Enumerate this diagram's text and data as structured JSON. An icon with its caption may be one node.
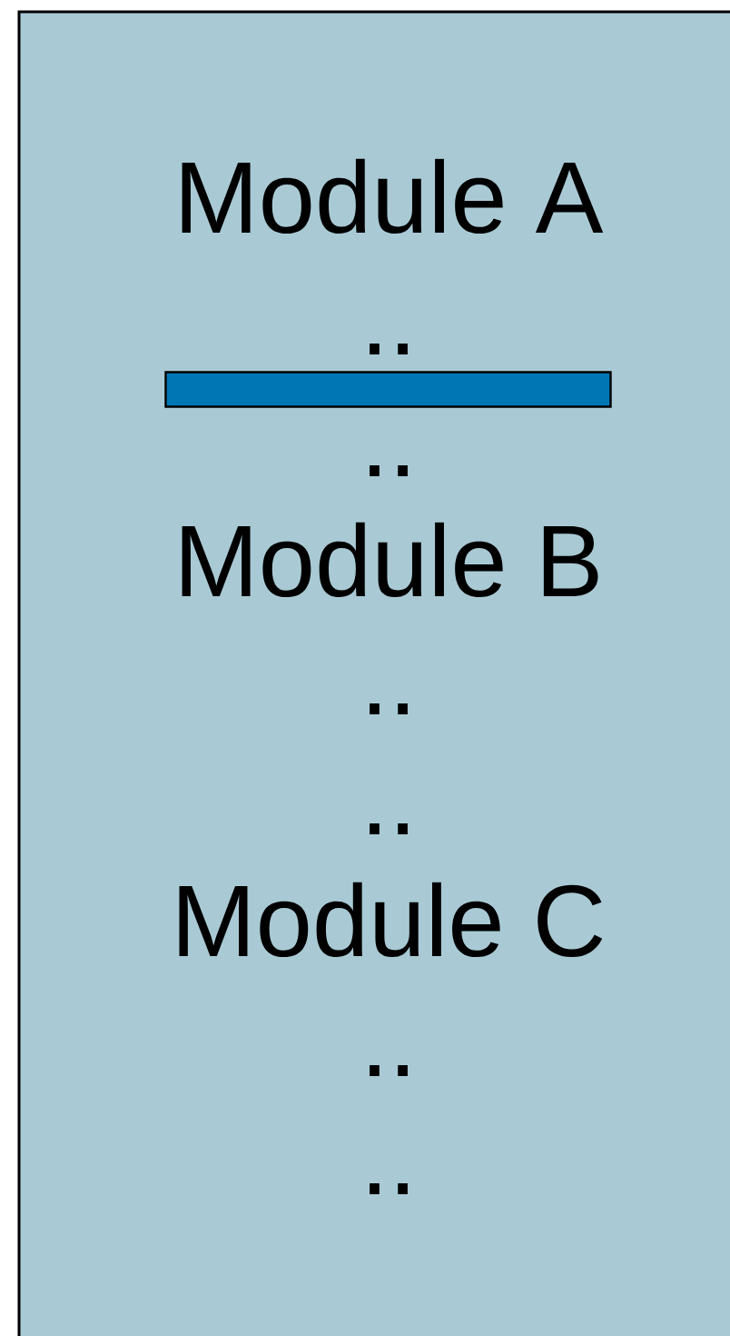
{
  "diagram": {
    "nodes": [
      {
        "text": [
          "Module A",
          "..",
          "..",
          "Module B",
          "..",
          "..",
          "Module C",
          "..",
          ".."
        ]
      },
      {
        "text": [],
        "shape": "bar",
        "in": 0
      }
    ]
  }
}
